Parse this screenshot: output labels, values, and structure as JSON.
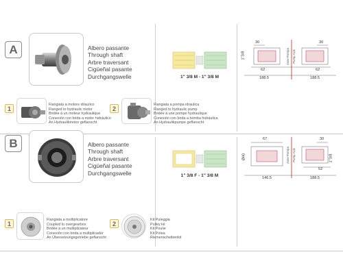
{
  "section_a": {
    "letter": "A",
    "text_lines": [
      "Albero passante",
      "Through shaft",
      "Arbre traversant",
      "Cigüeñal pasante",
      "Durchgangswelle"
    ],
    "spec": "1\" 3/8 M - 1\" 3/8 M",
    "option1": {
      "number": "1",
      "text_lines": [
        "Flangiata a motore idraulico",
        "Flanged to hydraulic motor",
        "Bridée à un moteur hydraulique",
        "Conexión con brida a motor hidráulico",
        "An Hydraulikmotor geflanscht"
      ]
    },
    "option2": {
      "number": "2",
      "text_lines": [
        "Flangiata a pompa idraulica",
        "Flanged to hydraulic pump",
        "Bridée à une pompe hydraulique",
        "Conexión con brida a bomba hidráulica",
        "An Hydraulikpumpe geflanscht"
      ]
    },
    "drawing": {
      "dims": [
        "30",
        "30",
        "62",
        "62",
        "188.5",
        "188.5",
        "1\"3/8"
      ],
      "axis_left": "Asse Pompa",
      "axis_right": "Pump Axis"
    }
  },
  "section_b": {
    "letter": "B",
    "text_lines": [
      "Albero passante",
      "Through shaft",
      "Arbre traversant",
      "Cigüeñal pasante",
      "Durchgangswelle"
    ],
    "spec": "1\" 3/8 F - 1\" 3/8 M",
    "option1": {
      "number": "1",
      "text_lines": [
        "Flangiata a moltiplicatore",
        "Coupled to overgearbox",
        "Bridée à un multiplicateur",
        "Conexión con brida a multiplicador",
        "An Übersetzungsgetriebe geflanscht"
      ]
    },
    "option2": {
      "number": "2",
      "text_lines": [
        "Kit Puleggia",
        "Pulley kit",
        "Kit Poulie",
        "Kit Polea",
        "Riemenscheibenkit"
      ]
    },
    "drawing": {
      "dims": [
        "67",
        "30",
        "Ø40",
        "52",
        "146.5",
        "188.5",
        "1\"3/8"
      ],
      "axis_left": "Asse Pompa",
      "axis_right": "Pump Axis"
    }
  },
  "colors": {
    "accent_yellow": "#f2d64b",
    "accent_green": "#8fc58a",
    "red_axis": "#d23a3a"
  }
}
